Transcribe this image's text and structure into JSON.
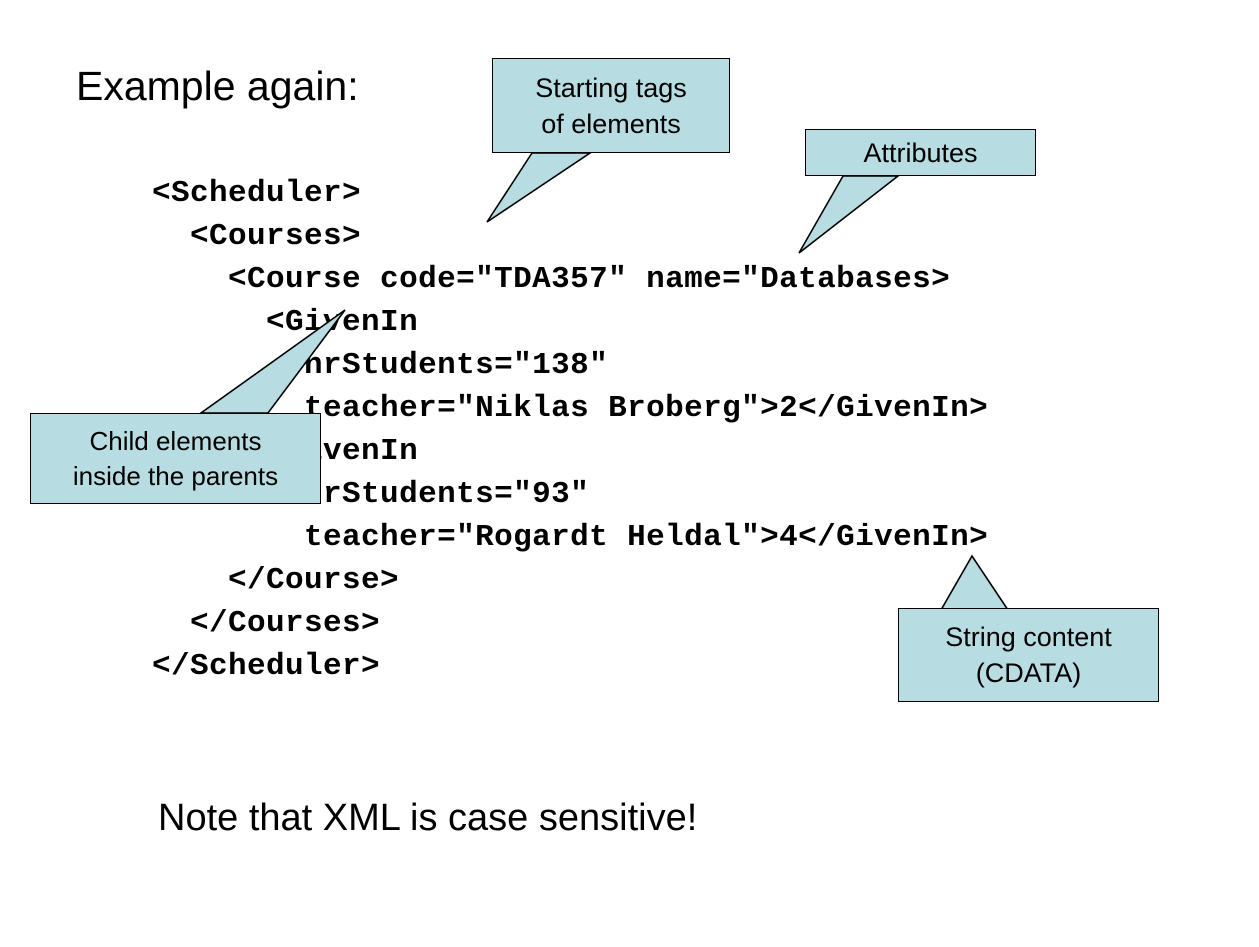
{
  "slide": {
    "title": "Example again:",
    "footnote": "Note that XML is case sensitive!",
    "background_color": "#ffffff",
    "text_color": "#000000"
  },
  "code": {
    "language": "xml",
    "lines": [
      "        <Scheduler>",
      "          <Courses>",
      "            <Course code=″TDA357″ name=″Databases>",
      "              <GivenIn",
      "                nrStudents=″138″",
      "                teacher=″Niklas Broberg″>2</GivenIn>",
      "              <GivenIn",
      "                nrStudents=″93″",
      "                teacher=″Rogardt Heldal″>4</GivenIn>",
      "            </Course>",
      "          </Courses>",
      "        </Scheduler>"
    ]
  },
  "callouts": [
    {
      "id": "starting-tags",
      "line1": "Starting tags",
      "line2": "of elements",
      "fill_color": "#b7dce1",
      "border_color": "#000000",
      "points_to": "<Courses>"
    },
    {
      "id": "attributes",
      "line1": "Attributes",
      "line2": "",
      "fill_color": "#b7dce1",
      "border_color": "#000000",
      "points_to": "name=″Databases>"
    },
    {
      "id": "child-elements",
      "line1": "Child elements",
      "line2": "inside the parents",
      "fill_color": "#b7dce1",
      "border_color": "#000000",
      "points_to": "<GivenIn"
    },
    {
      "id": "cdata",
      "line1": "String content",
      "line2": "(CDATA)",
      "fill_color": "#b7dce1",
      "border_color": "#000000",
      "points_to": "4"
    }
  ]
}
